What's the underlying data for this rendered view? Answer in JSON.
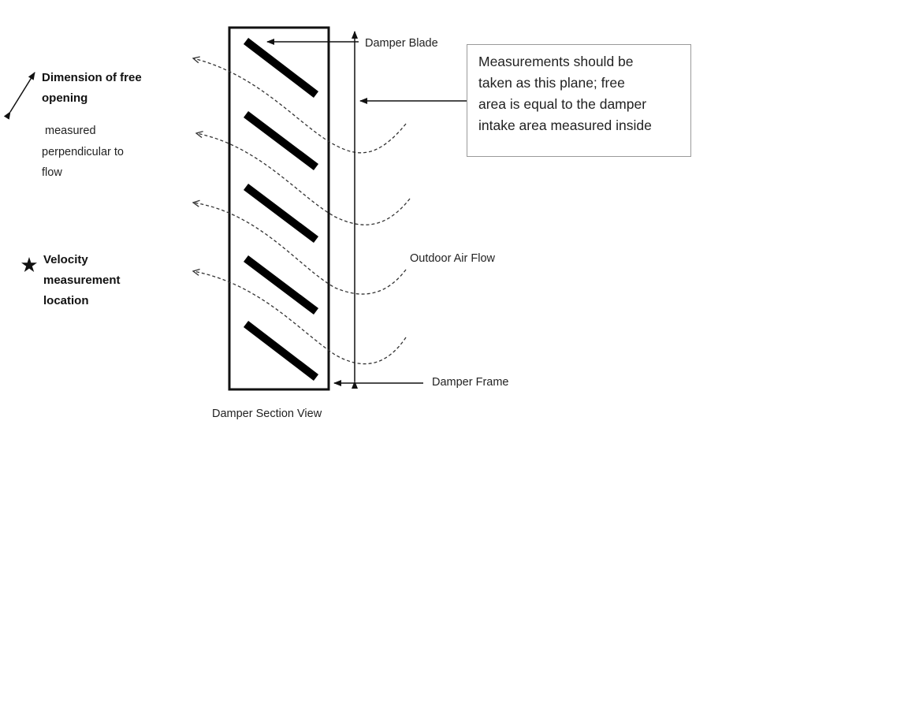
{
  "labels": {
    "damper_blade": "Damper Blade",
    "outdoor_air_flow": "Outdoor Air Flow",
    "damper_frame": "Damper Frame",
    "section_view": "Damper Section View"
  },
  "note": {
    "lines": [
      "Measurements should be",
      "taken as this plane; free",
      "area is equal to the damper",
      "intake area measured inside"
    ]
  },
  "legend": {
    "dimension_title_lines": [
      "Dimension of free",
      "opening"
    ],
    "dimension_desc_lines": [
      " measured",
      "perpendicular to",
      "flow"
    ],
    "velocity_lines": [
      "Velocity",
      "measurement",
      "location"
    ]
  },
  "colors": {
    "stroke": "#111111",
    "dashed": "#333333",
    "note_border": "#9a9a9a"
  },
  "icons": {
    "dimension": "double-arrow-diagonal-icon",
    "velocity": "star-icon"
  }
}
